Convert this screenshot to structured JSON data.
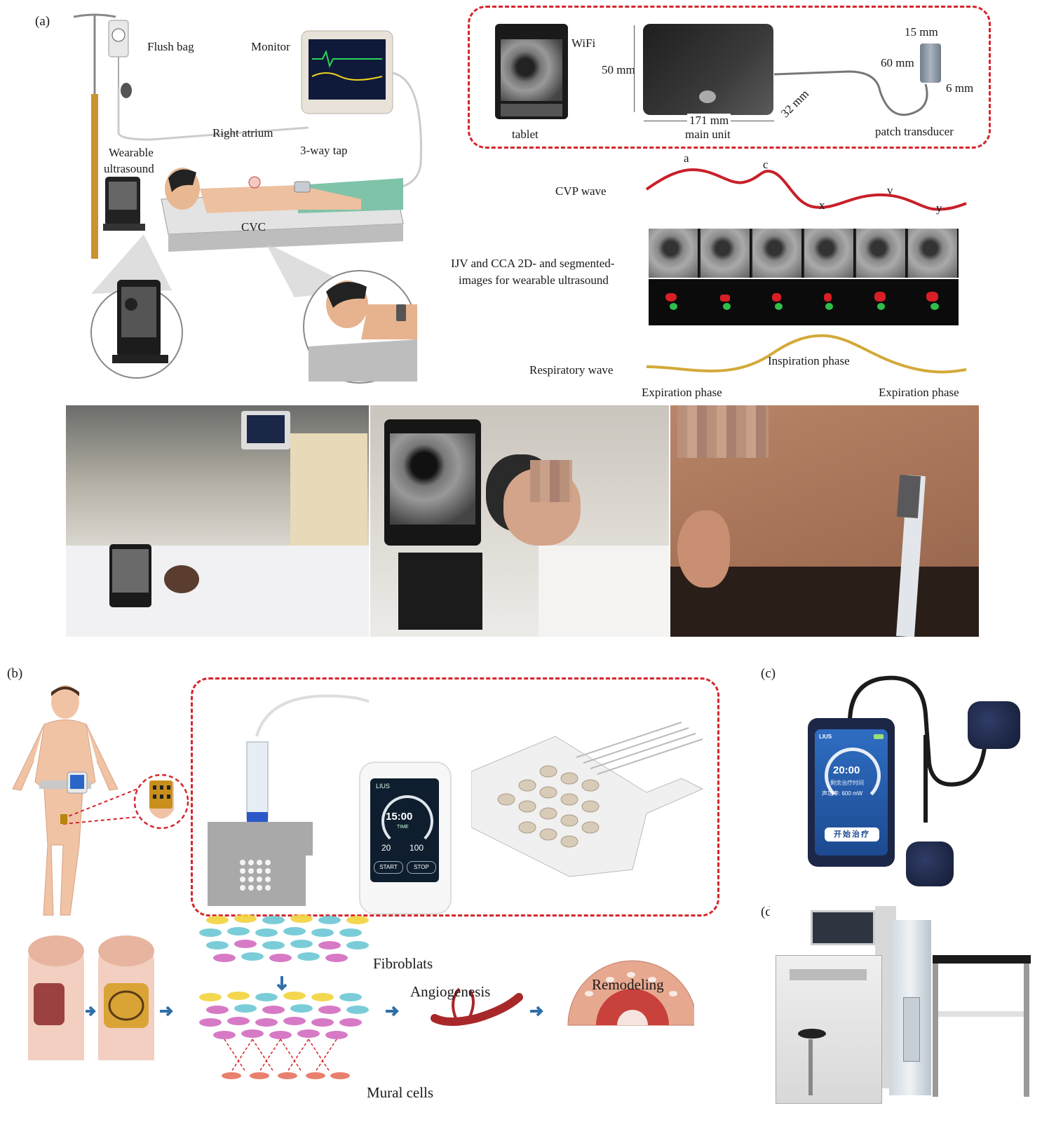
{
  "panels": {
    "a": "(a)",
    "b": "(b)",
    "c": "(c)",
    "d": "(d)"
  },
  "panel_a": {
    "flush_bag": "Flush bag",
    "monitor": "Monitor",
    "right_atrium": "Right atrium",
    "three_way_tap": "3-way tap",
    "wearable_ultrasound_line1": "Wearable",
    "wearable_ultrasound_line2": "ultrasound",
    "cvc": "CVC",
    "device": {
      "wifi": "WiFi",
      "tablet": "tablet",
      "main_unit": "main unit",
      "patch_transducer": "patch transducer",
      "dim_50": "50 mm",
      "dim_171": "171 mm",
      "dim_32": "32 mm",
      "dim_15": "15 mm",
      "dim_60": "60 mm",
      "dim_6": "6 mm"
    },
    "cvp": {
      "label": "CVP wave",
      "a": "a",
      "c": "c",
      "x": "x",
      "v": "v",
      "y": "y"
    },
    "ijv_line1": "IJV and CCA 2D- and segmented-",
    "ijv_line2": "images for wearable ultrasound",
    "respiratory": {
      "label": "Respiratory wave",
      "inspiration": "Inspiration phase",
      "expiration_left": "Expiration phase",
      "expiration_right": "Expiration phase"
    }
  },
  "panel_b": {
    "device_screen": {
      "brand": "LIUS",
      "time": "15:00",
      "time_caption": "TIME",
      "value_left": "20",
      "value_right": "100",
      "start": "START",
      "stop": "STOP"
    },
    "fibroblats": "Fibroblats",
    "angiogenesis": "Angiogenesis",
    "remodeling": "Remodeling",
    "mural_cells": "Mural cells"
  },
  "panel_c": {
    "brand": "LIUS",
    "time": "20:00",
    "remaining": "剩余治疗时间",
    "power": "声功率: 600 mW",
    "start": "开始治疗"
  },
  "colors": {
    "dash_red": "#d6252b",
    "cvp_red": "#c8202a",
    "resp_gold": "#d4a93a",
    "arrow_blue": "#2f6fa8"
  }
}
